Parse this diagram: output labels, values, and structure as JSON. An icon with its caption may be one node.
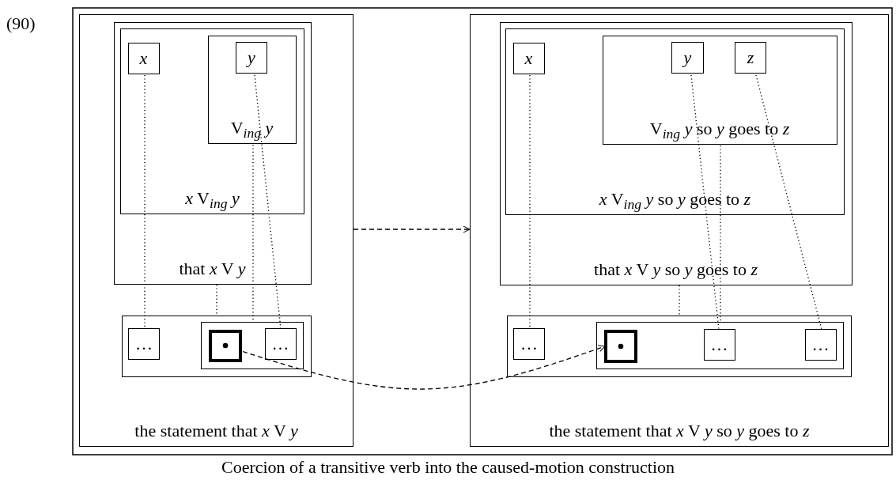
{
  "diagram": {
    "caption": "Coercion of a transitive verb into the caused-motion construction",
    "nodes": [
      {
        "text": [
          "the statement that *x* V *y*"
        ]
      },
      {
        "text": [
          "that *x* V *y*"
        ],
        "in": 0
      },
      {
        "text": [
          "*x* V$_{ing}$ *y*"
        ],
        "in": 1
      },
      {
        "text": [
          "x"
        ],
        "in": 2
      },
      {
        "text": [
          "V$_{ing}$ *y*"
        ],
        "in": 2
      },
      {
        "text": [
          "y"
        ],
        "in": 4
      },
      {
        "text": [],
        "shape": "box",
        "in": 0
      },
      {
        "text": [
          "…"
        ],
        "in": 6
      },
      {
        "text": [],
        "shape": "box",
        "in": 6
      },
      {
        "text": [],
        "shape": "box",
        "in": 8
      },
      {
        "text": [
          "…"
        ],
        "in": 8
      },
      {
        "text": [
          "the statement that *x* V *y* so *y* goes to *z*"
        ]
      },
      {
        "text": [
          "that *x* V *y* so *y* goes to *z*"
        ],
        "in": 11
      },
      {
        "text": [
          "*x* V$_{ing}$ *y* so *y* goes to *z*"
        ],
        "in": 12
      },
      {
        "text": [
          "x"
        ],
        "in": 13
      },
      {
        "text": [
          "V$_{ing}$ *y* so *y* goes to *z*"
        ],
        "in": 13
      },
      {
        "text": [
          "y"
        ],
        "in": 15
      },
      {
        "text": [
          "z"
        ],
        "in": 15
      },
      {
        "text": [],
        "shape": "box",
        "in": 11
      },
      {
        "text": [
          "…"
        ],
        "in": 18
      },
      {
        "text": [],
        "shape": "box",
        "in": 18
      },
      {
        "text": [],
        "shape": "box",
        "in": 20
      },
      {
        "text": [
          "…"
        ],
        "in": 20
      },
      {
        "text": [
          "…"
        ],
        "in": 20
      }
    ],
    "edges": [
      {
        "from": 3,
        "to": 7,
        "arrow": "none"
      },
      {
        "from": 1,
        "to": 6,
        "arrow": "none"
      },
      {
        "from": 4,
        "to": 8,
        "arrow": "none"
      },
      {
        "from": 5,
        "to": 10,
        "arrow": "none"
      },
      {
        "from": 0,
        "to": 11,
        "arrow": "to",
        "style": "dashed"
      },
      {
        "from": 9,
        "to": 21,
        "arrow": "to",
        "style": "dashed"
      },
      {
        "from": 14,
        "to": 19,
        "arrow": "none"
      },
      {
        "from": 12,
        "to": 18,
        "arrow": "none"
      },
      {
        "from": 16,
        "to": 22,
        "arrow": "none"
      },
      {
        "from": 15,
        "to": 20,
        "arrow": "none"
      },
      {
        "from": 17,
        "to": 23,
        "arrow": "none"
      }
    ],
    "labels": [
      "(90)"
    ]
  }
}
